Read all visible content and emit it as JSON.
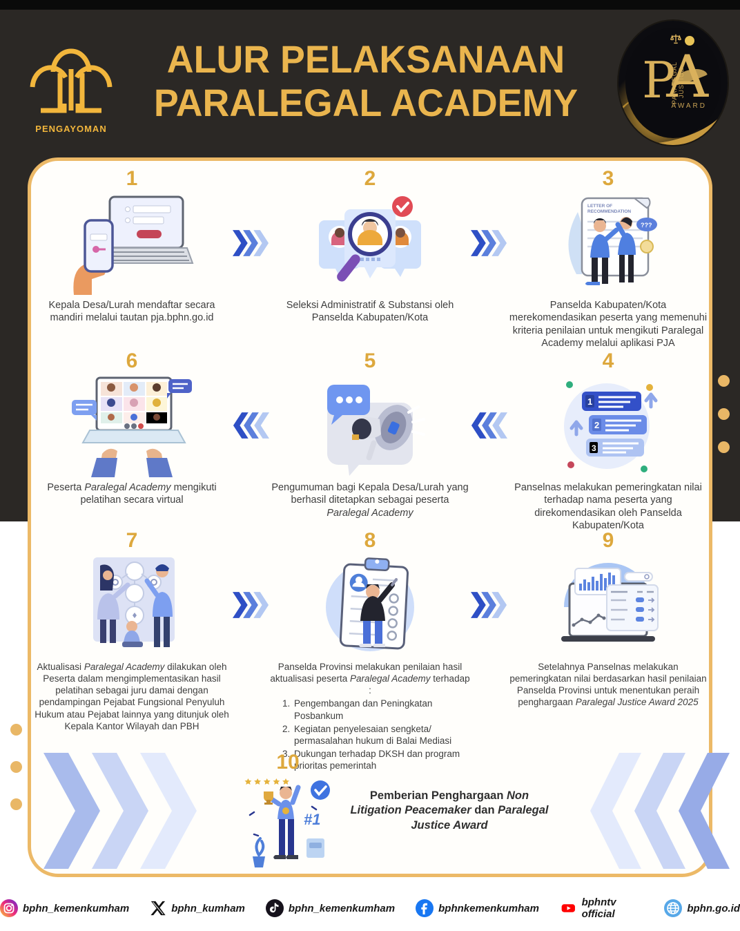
{
  "header": {
    "title_line1": "ALUR PELAKSANAAN",
    "title_line2": "PARALEGAL ACADEMY",
    "ministry_logo_label": "PENGAYOMAN",
    "pja_logo": {
      "letter_p": "P",
      "letter_a": "A",
      "arc_text": "PARALEGAL JUSTICE",
      "award_text": "AWARD"
    }
  },
  "colors": {
    "background_dark": "#2b2825",
    "gold_title": "#eab54e",
    "card_border": "#ecb967",
    "step_number": "#dda83d",
    "body_text": "#3e3e3e",
    "chevron_dark": "#2e4fc5",
    "chevron_mid": "#5b7fdc",
    "chevron_light": "#b3c8f2"
  },
  "steps": [
    {
      "number": "1",
      "caption": [
        {
          "t": "Kepala Desa/Lurah mendaftar secara mandiri melalui tautan pja.bphn.go.id"
        }
      ]
    },
    {
      "number": "2",
      "caption": [
        {
          "t": "Seleksi Administratif & Substansi oleh Panselda Kabupaten/Kota"
        }
      ]
    },
    {
      "number": "3",
      "caption": [
        {
          "t": "Panselda Kabupaten/Kota merekomendasikan peserta yang memenuhi kriteria penilaian untuk mengikuti Paralegal Academy melalui aplikasi PJA"
        }
      ]
    },
    {
      "number": "4",
      "caption": [
        {
          "t": "Panselnas melakukan pemeringkatan nilai terhadap nama peserta yang direkomendasikan oleh Panselda Kabupaten/Kota"
        }
      ]
    },
    {
      "number": "5",
      "caption": [
        {
          "t": "Pengumuman bagi Kepala Desa/Lurah yang berhasil ditetapkan sebagai peserta "
        },
        {
          "t": "Paralegal Academy",
          "i": true
        }
      ]
    },
    {
      "number": "6",
      "caption": [
        {
          "t": "Peserta "
        },
        {
          "t": "Paralegal Academy",
          "i": true
        },
        {
          "t": " mengikuti pelatihan secara virtual"
        }
      ]
    },
    {
      "number": "7",
      "caption": [
        {
          "t": "Aktualisasi "
        },
        {
          "t": "Paralegal Academy",
          "i": true
        },
        {
          "t": " dilakukan oleh Peserta dalam mengimplementasikan hasil pelatihan sebagai juru damai dengan pendampingan Pejabat Fungsional Penyuluh Hukum atau Pejabat lainnya yang ditunjuk oleh Kepala Kantor Wilayah dan PBH"
        }
      ]
    },
    {
      "number": "8",
      "caption": [
        {
          "t": "Panselda Provinsi melakukan penilaian hasil aktualisasi peserta "
        },
        {
          "t": "Paralegal Academy",
          "i": true
        },
        {
          "t": " terhadap :"
        }
      ],
      "list": [
        "Pengembangan dan Peningkatan Posbankum",
        "Kegiatan penyelesaian sengketa/ permasalahan hukum di Balai Mediasi",
        "Dukungan terhadap DKSH dan program prioritas pemerintah"
      ]
    },
    {
      "number": "9",
      "caption": [
        {
          "t": "Setelahnya Panselnas melakukan pemeringkatan nilai berdasarkan hasil penilaian Panselda Provinsi untuk menentukan peraih penghargaan "
        },
        {
          "t": "Paralegal Justice Award 2025",
          "i": true
        }
      ]
    },
    {
      "number": "10",
      "caption": [
        {
          "t": "Pemberian Penghargaan ",
          "b": true
        },
        {
          "t": "Non Litigation Peacemaker",
          "b": true,
          "i": true
        },
        {
          "t": " dan ",
          "b": true
        },
        {
          "t": "Paralegal Justice Award",
          "b": true,
          "i": true
        }
      ]
    }
  ],
  "art": {
    "letter_label_line1": "LETTER OF",
    "letter_label_line2": "RECOMMENDATION",
    "question_marks": "???",
    "rank_label_1": "1",
    "rank_label_2": "2",
    "rank_label_3": "3",
    "hash_rank": "#1"
  },
  "footer": {
    "socials": [
      {
        "icon": "instagram",
        "label": "bphn_kemenkumham"
      },
      {
        "icon": "x",
        "label": "bphn_kumham"
      },
      {
        "icon": "tiktok",
        "label": "bphn_kemenkumham"
      },
      {
        "icon": "facebook",
        "label": "bphnkemenkumham"
      },
      {
        "icon": "youtube",
        "label": "bphntv official"
      },
      {
        "icon": "website",
        "label": "bphn.go.id"
      }
    ]
  }
}
